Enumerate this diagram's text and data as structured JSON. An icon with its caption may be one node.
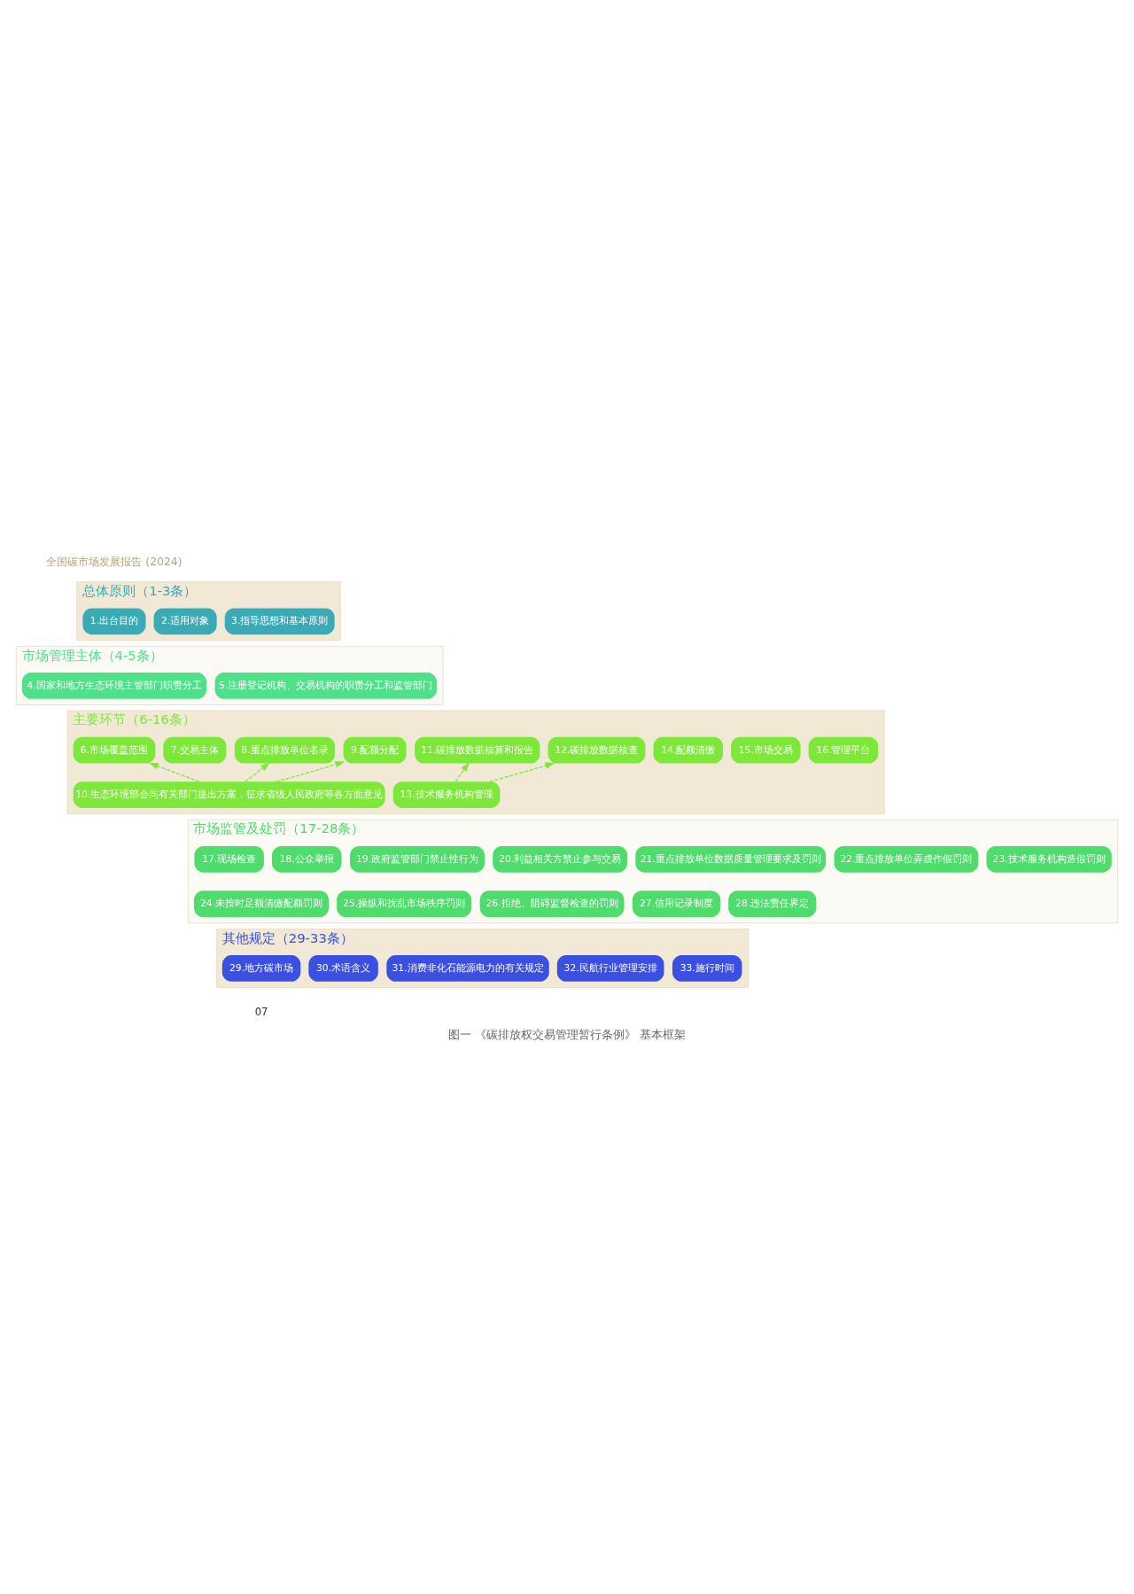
{
  "diagram": {
    "caption": "图一 《碳排放权交易管理暂行条例》 基本框架",
    "nodes": [
      {
        "text": [
          "总体原则（1-3条）"
        ]
      },
      {
        "text": [
          "1.出台目的"
        ],
        "in": 0
      },
      {
        "text": [
          "2.适用对象"
        ],
        "in": 0
      },
      {
        "text": [
          "3.指导思想和基本原则"
        ],
        "in": 0
      },
      {
        "text": [
          "市场管理主体（4-5条）"
        ]
      },
      {
        "text": [
          "4.国家和地方生态环境主管部门职责分工"
        ],
        "in": 4
      },
      {
        "text": [
          "5.注册登记机构、交易机构的职责分工和监管部门"
        ],
        "in": 4
      },
      {
        "text": [
          "主要环节（6-16条）"
        ]
      },
      {
        "text": [
          "6.市场覆盖范围"
        ],
        "in": 7
      },
      {
        "text": [
          "7.交易主体"
        ],
        "in": 7
      },
      {
        "text": [
          "8.重点排放单位名录"
        ],
        "in": 7
      },
      {
        "text": [
          "9.配额分配"
        ],
        "in": 7
      },
      {
        "text": [
          "10.生态环境部会同有关部门提出方案，征求省级人民政府等各方面意见"
        ],
        "in": 7
      },
      {
        "text": [
          "11.碳排放数据核算和报告"
        ],
        "in": 7
      },
      {
        "text": [
          "12.碳排放数据核查"
        ],
        "in": 7
      },
      {
        "text": [
          "13.技术服务机构管理"
        ],
        "in": 7
      },
      {
        "text": [
          "14.配额清缴"
        ],
        "in": 7
      },
      {
        "text": [
          "15.市场交易"
        ],
        "in": 7
      },
      {
        "text": [
          "16.管理平台"
        ],
        "in": 7
      },
      {
        "text": [
          "市场监管及处罚（17-28条）"
        ]
      },
      {
        "text": [
          "17.现场检查"
        ],
        "in": 19
      },
      {
        "text": [
          "18.公众举报"
        ],
        "in": 19
      },
      {
        "text": [
          "19.政府监管部门禁止性行为"
        ],
        "in": 19
      },
      {
        "text": [
          "20.利益相关方禁止参与交易"
        ],
        "in": 19
      },
      {
        "text": [
          "21.重点排放单位数据质量管理要求及罚则"
        ],
        "in": 19
      },
      {
        "text": [
          "22.重点排放单位弄虚作假罚则"
        ],
        "in": 19
      },
      {
        "text": [
          "23.技术服务机构造假罚则"
        ],
        "in": 19
      },
      {
        "text": [
          "24.未按时足额清缴配额罚则"
        ],
        "in": 19
      },
      {
        "text": [
          "25.操纵和扰乱市场秩序罚则"
        ],
        "in": 19
      },
      {
        "text": [
          "26.拒绝、阻碍监督检查的罚则"
        ],
        "in": 19
      },
      {
        "text": [
          "27.信用记录制度"
        ],
        "in": 19
      },
      {
        "text": [
          "28.违法责任界定"
        ],
        "in": 19
      },
      {
        "text": [
          "其他规定（29-33条）"
        ]
      },
      {
        "text": [
          "29.地方碳市场"
        ],
        "in": 32
      },
      {
        "text": [
          "30.术语含义"
        ],
        "in": 32
      },
      {
        "text": [
          "31.消费非化石能源电力的有关规定"
        ],
        "in": 32
      },
      {
        "text": [
          "32.民航行业管理安排"
        ],
        "in": 32
      },
      {
        "text": [
          "33.施行时间"
        ],
        "in": 32
      }
    ],
    "edges": [
      {
        "from": 12,
        "to": 8,
        "arrow": "to",
        "style": "dashed"
      },
      {
        "from": 12,
        "to": 10,
        "arrow": "to",
        "style": "dashed"
      },
      {
        "from": 12,
        "to": 11,
        "arrow": "to",
        "style": "dashed"
      },
      {
        "from": 15,
        "to": 13,
        "arrow": "to",
        "style": "dashed"
      },
      {
        "from": 15,
        "to": 14,
        "arrow": "to",
        "style": "dashed"
      }
    ],
    "labels": [
      "全国碳市场发展报告 (2024)",
      "07"
    ]
  }
}
